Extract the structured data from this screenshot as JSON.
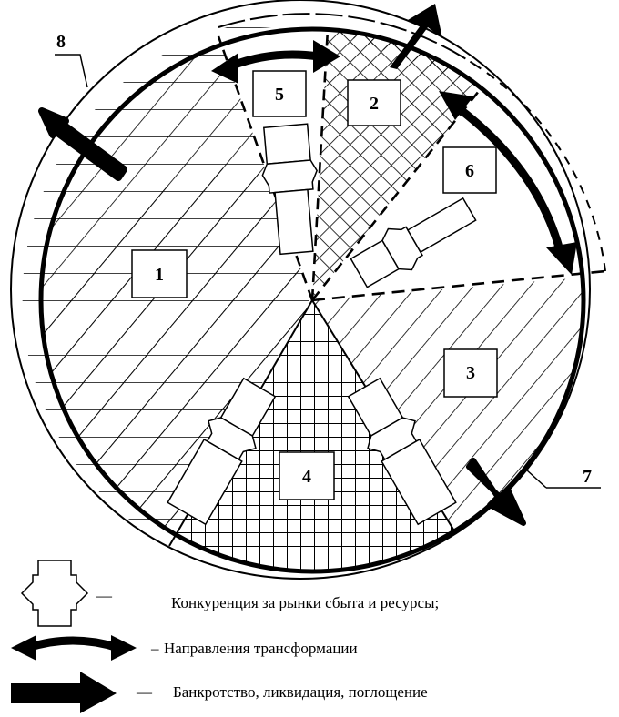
{
  "diagram": {
    "zones": [
      {
        "id": "zone-1",
        "label": "1"
      },
      {
        "id": "zone-2",
        "label": "2"
      },
      {
        "id": "zone-3",
        "label": "3"
      },
      {
        "id": "zone-4",
        "label": "4"
      },
      {
        "id": "zone-5",
        "label": "5"
      },
      {
        "id": "zone-6",
        "label": "6"
      }
    ],
    "callouts": [
      {
        "id": "callout-7",
        "label": "7"
      },
      {
        "id": "callout-8",
        "label": "8"
      }
    ]
  },
  "legend": {
    "competition": {
      "dash": "—",
      "text": "Конкуренция за рынки сбыта и ресурсы;"
    },
    "transformation": {
      "dash": "–",
      "text": "Направления трансформации"
    },
    "bankruptcy": {
      "dash": "—",
      "text": "Банкротство, ликвидация, поглощение"
    }
  }
}
